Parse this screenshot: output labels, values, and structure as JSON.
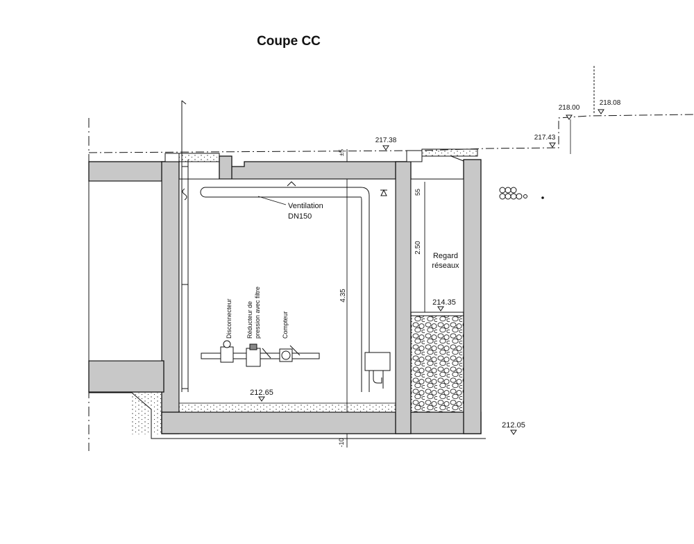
{
  "title": "Coupe CC",
  "elevations": {
    "e21800": "218.00",
    "e21808": "218.08",
    "e21743": "217.43",
    "e21738": "217.38",
    "e21435": "214.35",
    "e21265": "212.65",
    "e21205": "212.05"
  },
  "dimensions": {
    "top_offset": "±5",
    "inner_height": "4.35",
    "manhole_depth": "2.50",
    "manhole_top": "55",
    "bottom_offset": "-10"
  },
  "labels": {
    "ventilation_line1": "Ventilation",
    "ventilation_line2": "DN150",
    "regard_line1": "Regard",
    "regard_line2": "réseaux",
    "disconnecteur": "Disconnecteur",
    "reducteur_line1": "Réducteur de",
    "reducteur_line2": "pression avec filtre",
    "compteur": "Compteur"
  },
  "colors": {
    "concrete": "#c8c8c8",
    "line": "#111111",
    "gravel": "#e6e6e6"
  }
}
